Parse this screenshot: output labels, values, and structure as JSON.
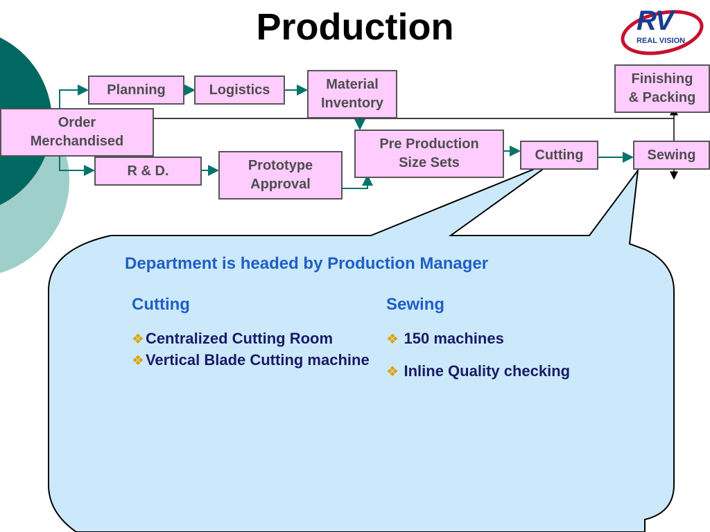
{
  "slide": {
    "title": "Production"
  },
  "logo": {
    "letters": "RV",
    "subtitle": "REAL VISION"
  },
  "flow": {
    "order": "Order\nMerchandised",
    "planning": "Planning",
    "logistics": "Logistics",
    "material": "Material\nInventory",
    "rnd": "R & D.",
    "prototype": "Prototype\nApproval",
    "preproduction": "Pre Production\nSize Sets",
    "cutting": "Cutting",
    "sewing": "Sewing",
    "finishing": "Finishing\n& Packing"
  },
  "callout": {
    "heading": "Department is headed by Production Manager",
    "cutting": {
      "title": "Cutting",
      "items": [
        "Centralized Cutting Room",
        "Vertical Blade Cutting machine"
      ]
    },
    "sewing": {
      "title": "Sewing",
      "items": [
        "150 machines",
        "Inline Quality checking"
      ]
    }
  },
  "colors": {
    "node_fill": "#ffccff",
    "node_border": "#555555",
    "arrow": "#00736b",
    "callout_fill": "#cce9fb",
    "heading_blue": "#1f5fc4",
    "bullet_text": "#1a1a66",
    "bullet_diamond": "#e0a000",
    "circle_dark": "#006860",
    "circle_light": "#9fcfcb",
    "logo_red": "#c8102e",
    "logo_blue": "#1a3b8f"
  }
}
